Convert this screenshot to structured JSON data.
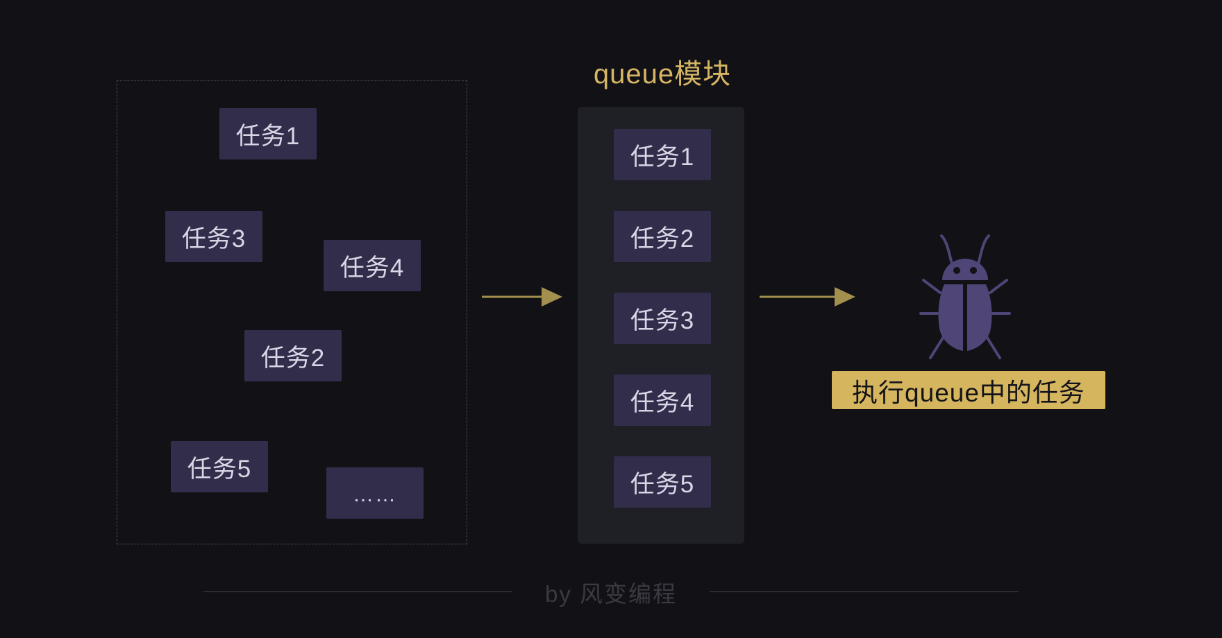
{
  "unordered_tasks": {
    "items": [
      {
        "label": "任务1"
      },
      {
        "label": "任务3"
      },
      {
        "label": "任务4"
      },
      {
        "label": "任务2"
      },
      {
        "label": "任务5"
      },
      {
        "label": "……"
      }
    ]
  },
  "queue": {
    "title": "queue模块",
    "items": [
      {
        "label": "任务1"
      },
      {
        "label": "任务2"
      },
      {
        "label": "任务3"
      },
      {
        "label": "任务4"
      },
      {
        "label": "任务5"
      }
    ]
  },
  "executor": {
    "icon": "bug-icon",
    "label": "执行queue中的任务"
  },
  "footer": {
    "text": "by 风变编程"
  },
  "colors": {
    "background": "#111116",
    "task_box": "#332d4c",
    "accent_gold": "#d6b564",
    "arrow": "#a38f4e",
    "bug": "#4f4577",
    "panel": "#1f1f26"
  }
}
